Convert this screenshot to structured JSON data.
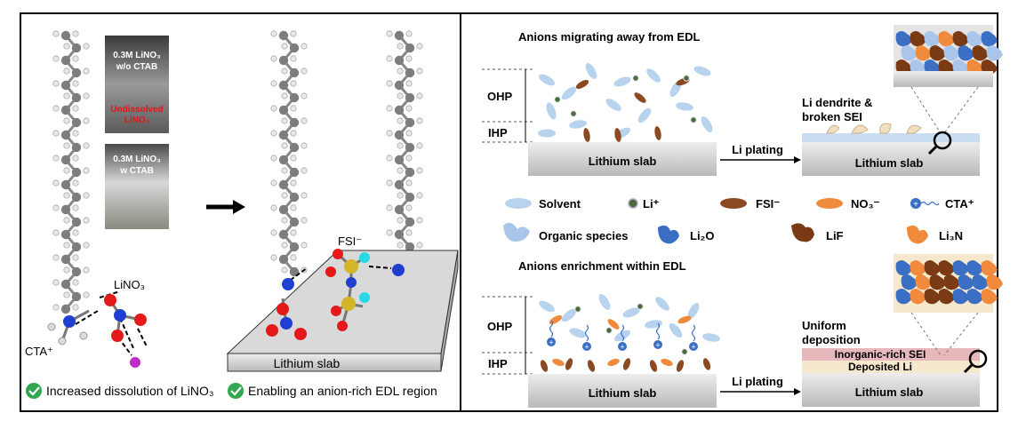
{
  "left_panel": {
    "photo_top": {
      "line1": "0.3M LiNO₃",
      "line2": "w/o CTAB",
      "warning1": "Undissolved",
      "warning2": "LiNO₃"
    },
    "photo_bottom": {
      "line1": "0.3M LiNO₃",
      "line2": "w CTAB"
    },
    "labels": {
      "lino3": "LiNO₃",
      "cta": "CTA⁺",
      "fsi": "FSI⁻",
      "slab": "Lithium slab"
    },
    "benefits": [
      "Increased dissolution of LiNO₃",
      "Enabling an anion-rich EDL region"
    ]
  },
  "right_panel": {
    "top": {
      "title": "Anions migrating away from EDL",
      "ohp": "OHP",
      "ihp": "IHP",
      "slab_left": "Lithium slab",
      "arrow_label": "Li plating",
      "result_line1": "Li dendrite &",
      "result_line2": "broken SEI",
      "slab_right": "Lithium slab"
    },
    "legend": [
      {
        "key": "solvent",
        "label": "Solvent"
      },
      {
        "key": "li",
        "label": "Li⁺"
      },
      {
        "key": "fsi",
        "label": "FSI⁻"
      },
      {
        "key": "no3",
        "label": "NO₃⁻"
      },
      {
        "key": "cta",
        "label": "CTA⁺"
      },
      {
        "key": "organic",
        "label": "Organic species"
      },
      {
        "key": "li2o",
        "label": "Li₂O"
      },
      {
        "key": "lif",
        "label": "LiF"
      },
      {
        "key": "li3n",
        "label": "Li₃N"
      }
    ],
    "bottom": {
      "title": "Anions enrichment within EDL",
      "ohp": "OHP",
      "ihp": "IHP",
      "slab_left": "Lithium slab",
      "arrow_label": "Li plating",
      "result_line1": "Uniform",
      "result_line2": "deposition",
      "sei_label": "Inorganic-rich SEI",
      "deposit_label": "Deposited Li",
      "slab_right": "Lithium slab"
    }
  },
  "colors": {
    "solvent": "#b8d3ee",
    "fsi": "#8b4a22",
    "no3": "#f08a3c",
    "li2o": "#3a6fc4",
    "lif": "#7a3a14",
    "li3n": "#f08a3c",
    "organic": "#a9c6ea",
    "check": "#2fa84f",
    "border": "#000000"
  }
}
